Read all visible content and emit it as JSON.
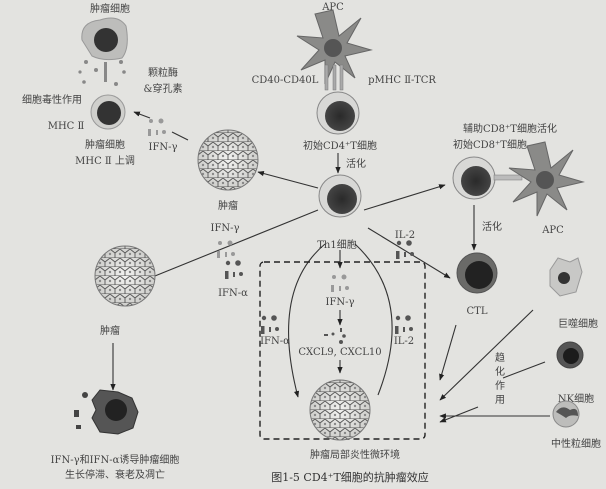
{
  "labels": {
    "tumor_cell_top": "肿瘤细胞",
    "granzyme": "颗粒酶",
    "perforin": "&穿孔素",
    "cytotoxicity": "细胞毒性作用",
    "mhc2": "MHC Ⅱ",
    "tumor_cell_mhc": "肿瘤细胞",
    "mhc2_up": "MHC Ⅱ 上调",
    "ifn_gamma_top": "IFN-γ",
    "tumor_top": "肿瘤",
    "apc_top": "APC",
    "cd40": "CD40-CD40L",
    "pmhc": "pMHC Ⅱ-TCR",
    "naive_cd4": "初始CD4⁺T细胞",
    "activation1": "活化",
    "th1": "Th1细胞",
    "help_cd8": "辅助CD8⁺T细胞活化",
    "naive_cd8": "初始CD8⁺T细胞",
    "apc_right": "APC",
    "activation2": "活化",
    "il2_top": "IL-2",
    "ctl": "CTL",
    "ifn_gamma_left": "IFN-γ",
    "ifn_alpha_left": "IFN-α",
    "tumor_left": "肿瘤",
    "outcome_line1": "IFN-γ和IFN-α诱导肿瘤细胞",
    "outcome_line2": "生长停滞、衰老及凋亡",
    "box_ifn_gamma": "IFN-γ",
    "box_ifn_alpha": "IFN-α",
    "box_il2": "IL-2",
    "cxcl": "CXCL9, CXCL10",
    "microenv": "肿瘤局部炎性微环境",
    "macrophage": "巨噬细胞",
    "nk": "NK细胞",
    "neutrophil": "中性粒细胞",
    "chemo": [
      "趋",
      "化",
      "作",
      "用"
    ],
    "caption": "图1-5    CD4⁺T细胞的抗肿瘤效应"
  }
}
